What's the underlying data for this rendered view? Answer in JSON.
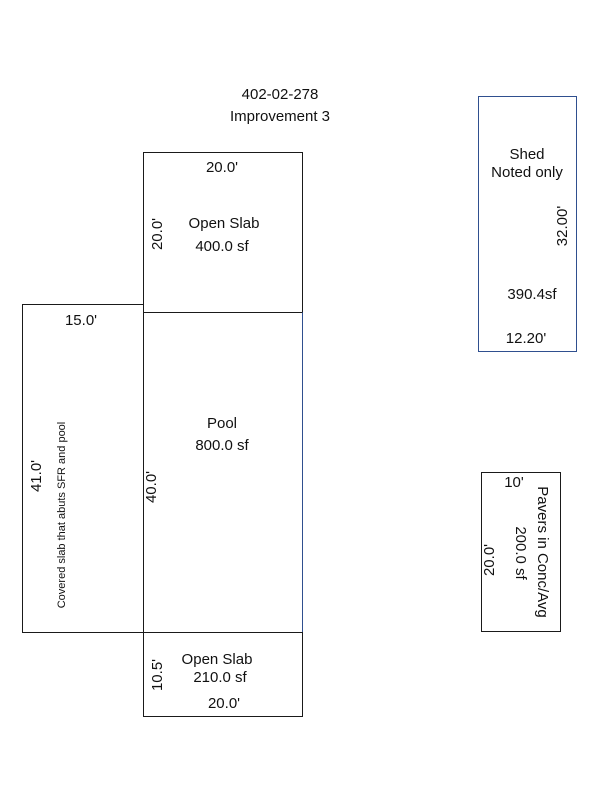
{
  "header": {
    "parcel": "402-02-278",
    "title": "Improvement 3"
  },
  "open_slab_top": {
    "width": "20.0'",
    "height": "20.0'",
    "name": "Open Slab",
    "area": "400.0 sf"
  },
  "pool": {
    "name": "Pool",
    "area": "800.0 sf",
    "height": "40.0'"
  },
  "covered_slab": {
    "width": "15.0'",
    "height": "41.0'",
    "label": "Covered slab that abuts SFR and pool"
  },
  "open_slab_bottom": {
    "name": "Open Slab",
    "area": "210.0 sf",
    "height": "10.5'",
    "width": "20.0'"
  },
  "shed": {
    "name": "Shed",
    "note": "Noted only",
    "height": "32.00'",
    "area": "390.4sf",
    "width": "12.20'"
  },
  "pavers": {
    "width": "10'",
    "height": "20.0'",
    "name": "Pavers in Conc/Avg",
    "area": "200.0 sf"
  },
  "colors": {
    "outline": "#1a1a1a",
    "blue_outline": "#2f4f8f"
  }
}
